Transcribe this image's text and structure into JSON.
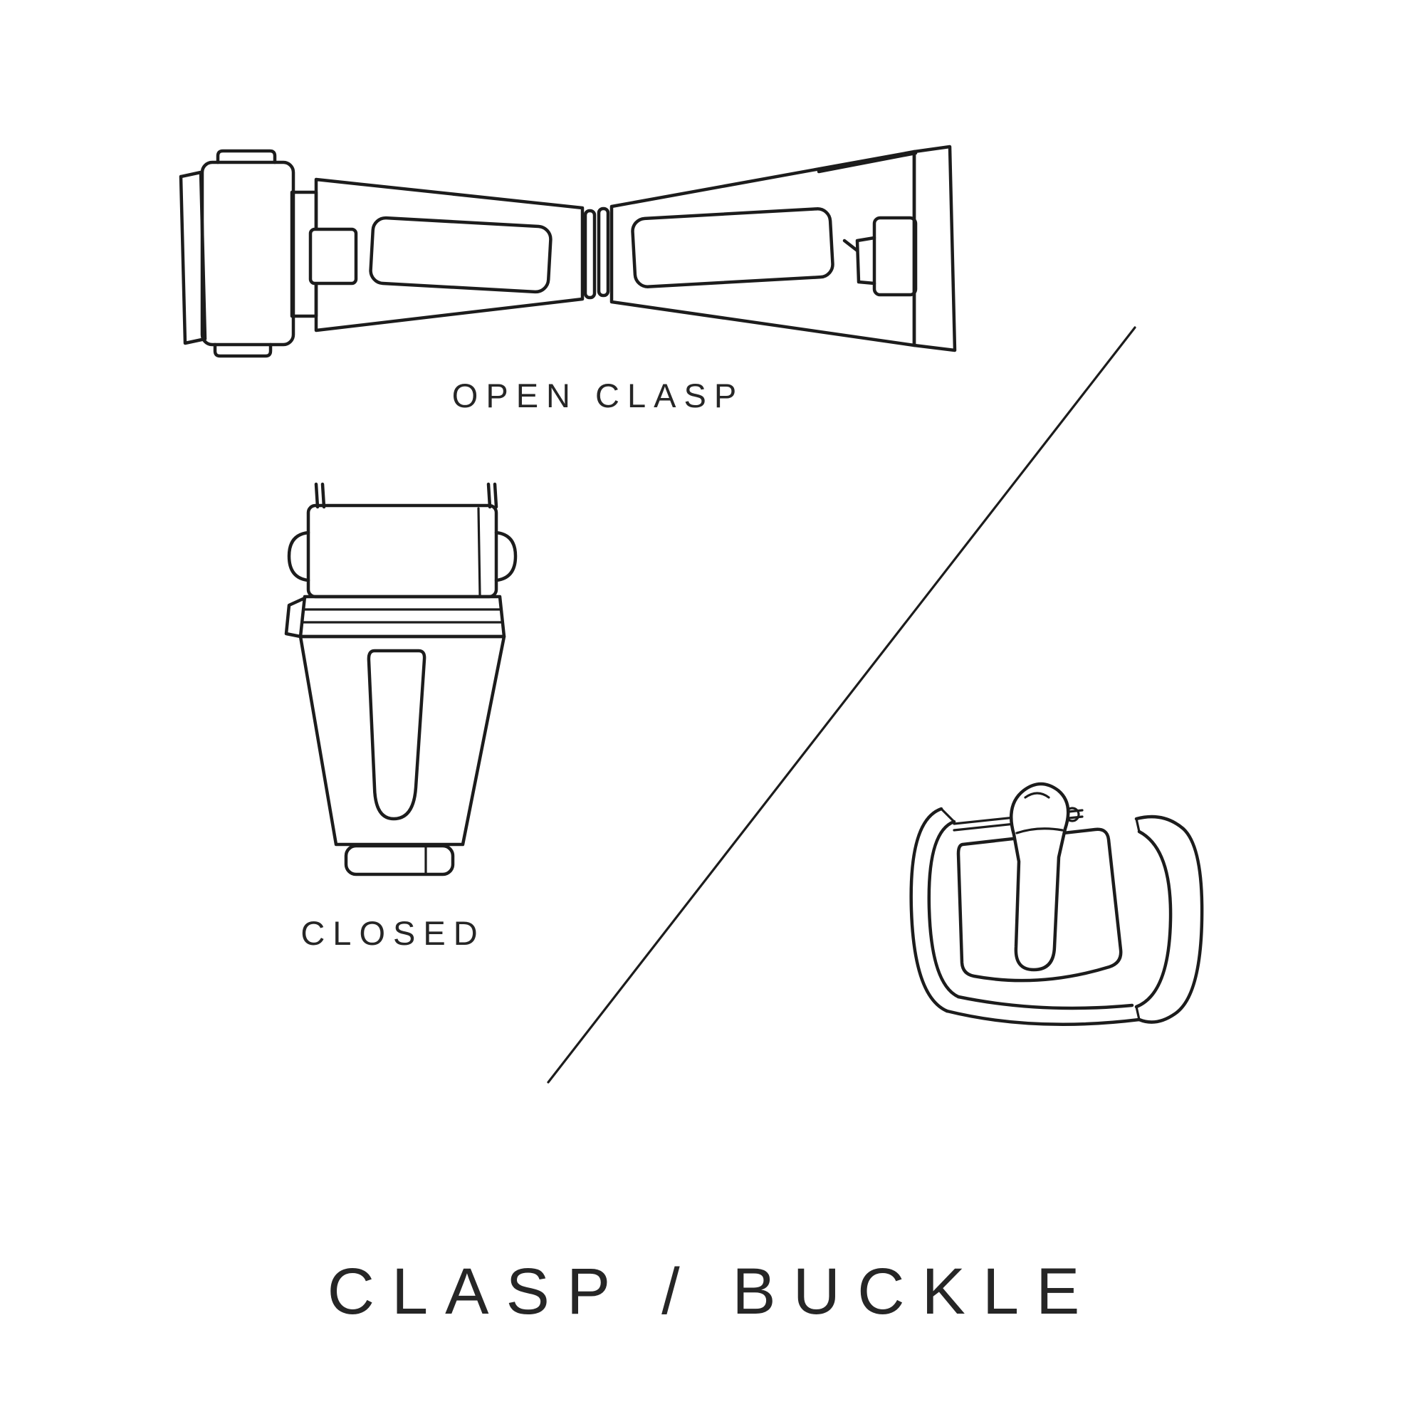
{
  "page": {
    "background": "#ffffff",
    "line_color": "#1c1c1c",
    "text_color": "#262626"
  },
  "labels": {
    "open_clasp": "OPEN CLASP",
    "closed": "CLOSED",
    "title": "CLASP / BUCKLE"
  },
  "illustrations": {
    "open_clasp": "open-clasp-line-drawing",
    "closed_clasp": "closed-clasp-line-drawing",
    "buckle": "tang-buckle-line-drawing",
    "divider": "diagonal-divider-line"
  }
}
